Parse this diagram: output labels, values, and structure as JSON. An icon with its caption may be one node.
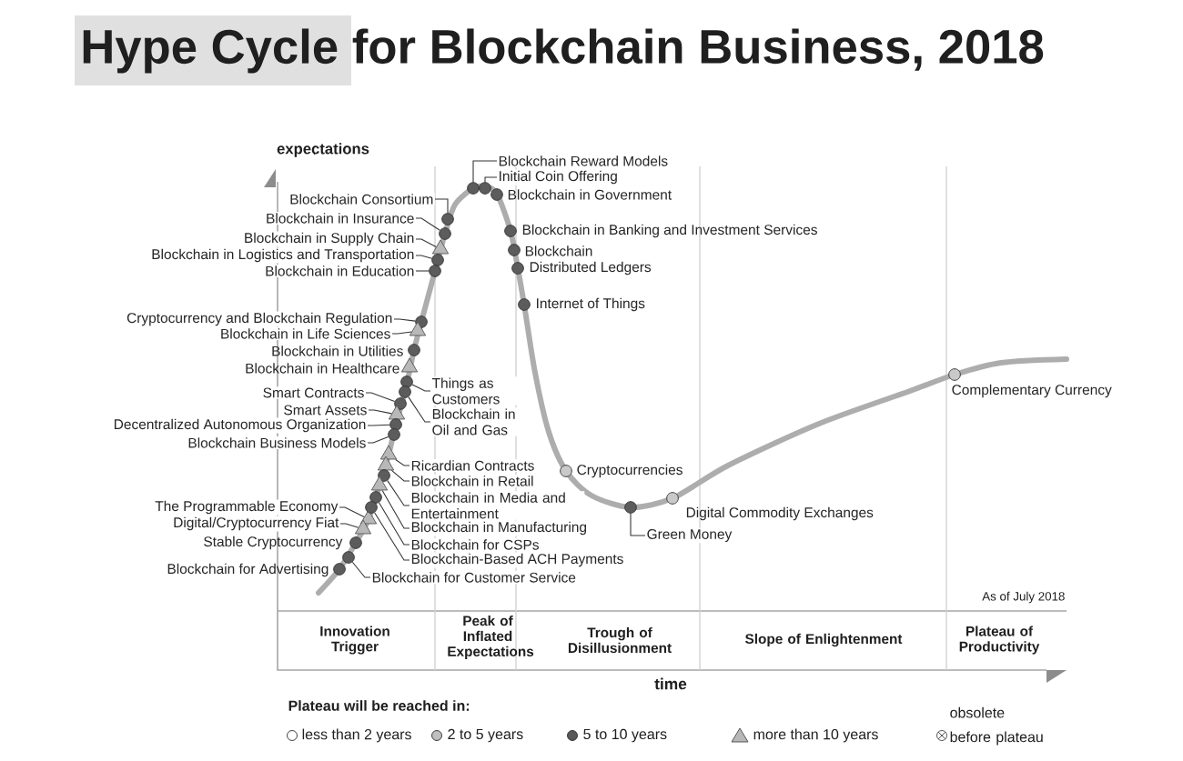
{
  "diagram": {
    "title": "Hype Cycle for Blockchain Business, 2018",
    "nodes": [
      {
        "text": [
          "Blockchain Reward Models"
        ]
      },
      {
        "text": [],
        "shape": "circle"
      },
      {
        "text": [
          "Initial Coin Offering"
        ]
      },
      {
        "text": [],
        "shape": "circle"
      },
      {
        "text": [],
        "shape": "circle",
        "beside": [
          "Blockchain in Government"
        ]
      },
      {
        "text": [
          "Blockchain Consortium"
        ]
      },
      {
        "text": [],
        "shape": "circle"
      },
      {
        "text": [
          "Blockchain in Insurance"
        ]
      },
      {
        "text": [],
        "shape": "circle"
      },
      {
        "text": [
          "Blockchain in Supply Chain"
        ]
      },
      {
        "text": [],
        "shape": "triangle"
      },
      {
        "text": [
          "Blockchain in Logistics and Transportation"
        ]
      },
      {
        "text": [],
        "shape": "circle"
      },
      {
        "text": [
          "Blockchain in Education"
        ]
      },
      {
        "text": [],
        "shape": "circle"
      },
      {
        "text": [],
        "shape": "circle",
        "beside": [
          "Blockchain in Banking and Investment Services"
        ]
      },
      {
        "text": [],
        "shape": "circle",
        "beside": [
          "Blockchain"
        ]
      },
      {
        "text": [],
        "shape": "circle",
        "beside": [
          "Distributed Ledgers"
        ]
      },
      {
        "text": [],
        "shape": "circle",
        "beside": [
          "Internet of Things"
        ]
      },
      {
        "text": [
          "Cryptocurrency and Blockchain Regulation"
        ]
      },
      {
        "text": [],
        "shape": "circle"
      },
      {
        "text": [
          "Blockchain in Life Sciences"
        ]
      },
      {
        "text": [],
        "shape": "triangle"
      },
      {
        "text": [],
        "shape": "circle",
        "beside": [
          "Blockchain in Utilities"
        ]
      },
      {
        "text": [],
        "shape": "triangle",
        "beside": [
          "Blockchain in Healthcare"
        ]
      },
      {
        "text": [
          "Things as Customers"
        ]
      },
      {
        "text": [],
        "shape": "circle"
      },
      {
        "text": [
          "Smart Contracts"
        ]
      },
      {
        "text": [],
        "shape": "circle"
      },
      {
        "text": [
          "Smart Assets"
        ]
      },
      {
        "text": [],
        "shape": "triangle"
      },
      {
        "text": [
          "Blockchain in Oil and Gas"
        ]
      },
      {
        "text": [],
        "shape": "circle"
      },
      {
        "text": [
          "Decentralized Autonomous Organization"
        ]
      },
      {
        "text": [],
        "shape": "circle"
      },
      {
        "text": [
          "Blockchain Business Models"
        ]
      },
      {
        "text": [],
        "shape": "circle"
      },
      {
        "text": [
          "Ricardian Contracts"
        ]
      },
      {
        "text": [],
        "shape": "triangle"
      },
      {
        "text": [
          "Blockchain in Retail"
        ]
      },
      {
        "text": [],
        "shape": "triangle"
      },
      {
        "text": [
          "Blockchain in Media and Entertainment"
        ]
      },
      {
        "text": [],
        "shape": "circle"
      },
      {
        "text": [
          "The Programmable Economy"
        ]
      },
      {
        "text": [],
        "shape": "triangle"
      },
      {
        "text": [
          "Digital/Cryptocurrency Fiat"
        ]
      },
      {
        "text": [],
        "shape": "triangle"
      },
      {
        "text": [
          "Blockchain in Manufacturing"
        ]
      },
      {
        "text": [],
        "shape": "triangle"
      },
      {
        "text": [
          "Blockchain for CSPs"
        ]
      },
      {
        "text": [],
        "shape": "circle"
      },
      {
        "text": [],
        "shape": "circle",
        "beside": [
          "Stable Cryptocurrency"
        ]
      },
      {
        "text": [
          "Blockchain-Based ACH Payments"
        ]
      },
      {
        "text": [],
        "shape": "circle"
      },
      {
        "text": [],
        "shape": "circle",
        "beside": [
          "Blockchain for Advertising"
        ]
      },
      {
        "text": [
          "Blockchain for Customer Service"
        ]
      },
      {
        "text": [],
        "shape": "circle"
      },
      {
        "text": [],
        "shape": "circle",
        "beside": [
          "Cryptocurrencies"
        ]
      },
      {
        "text": [],
        "shape": "circle",
        "beside": [
          "Digital Commodity Exchanges"
        ]
      },
      {
        "text": [
          "Green Money"
        ]
      },
      {
        "text": [],
        "shape": "circle"
      },
      {
        "text": [],
        "shape": "circle",
        "beside": [
          "Complementary Currency"
        ]
      }
    ],
    "edges": [
      {
        "from": 0,
        "to": 1,
        "arrow": "none"
      },
      {
        "from": 2,
        "to": 3,
        "arrow": "none"
      },
      {
        "from": 5,
        "to": 6,
        "arrow": "none"
      },
      {
        "from": 7,
        "to": 8,
        "arrow": "none"
      },
      {
        "from": 9,
        "to": 10,
        "arrow": "none"
      },
      {
        "from": 11,
        "to": 12,
        "arrow": "none"
      },
      {
        "from": 13,
        "to": 14,
        "arrow": "none"
      },
      {
        "from": 19,
        "to": 20,
        "arrow": "none"
      },
      {
        "from": 21,
        "to": 22,
        "arrow": "none"
      },
      {
        "from": 25,
        "to": 26,
        "arrow": "none"
      },
      {
        "from": 27,
        "to": 28,
        "arrow": "none"
      },
      {
        "from": 29,
        "to": 30,
        "arrow": "none"
      },
      {
        "from": 31,
        "to": 32,
        "arrow": "none"
      },
      {
        "from": 33,
        "to": 34,
        "arrow": "none"
      },
      {
        "from": 35,
        "to": 36,
        "arrow": "none"
      },
      {
        "from": 37,
        "to": 38,
        "arrow": "none"
      },
      {
        "from": 39,
        "to": 40,
        "arrow": "none"
      },
      {
        "from": 41,
        "to": 42,
        "arrow": "none"
      },
      {
        "from": 43,
        "to": 44,
        "arrow": "none"
      },
      {
        "from": 45,
        "to": 46,
        "arrow": "none"
      },
      {
        "from": 47,
        "to": 48,
        "arrow": "none"
      },
      {
        "from": 49,
        "to": 50,
        "arrow": "none"
      },
      {
        "from": 52,
        "to": 53,
        "arrow": "none"
      },
      {
        "from": 55,
        "to": 56,
        "arrow": "none"
      },
      {
        "from": 59,
        "to": 60,
        "arrow": "none"
      }
    ],
    "labels": [
      "expectations",
      "As of July 2018",
      "Innovation Trigger",
      "Peak of Inflated Expectations",
      "Trough of Disillusionment",
      "Slope of Enlightenment",
      "Plateau of Productivity",
      "time",
      "Plateau will be reached in:"
    ],
    "legend": [
      {
        "text": "less than 2 years"
      },
      {
        "text": "2 to 5 years"
      },
      {
        "text": "5 to 10 years"
      },
      {
        "text": "more than 10 years"
      },
      {
        "text": "obsolete before plateau"
      }
    ]
  }
}
